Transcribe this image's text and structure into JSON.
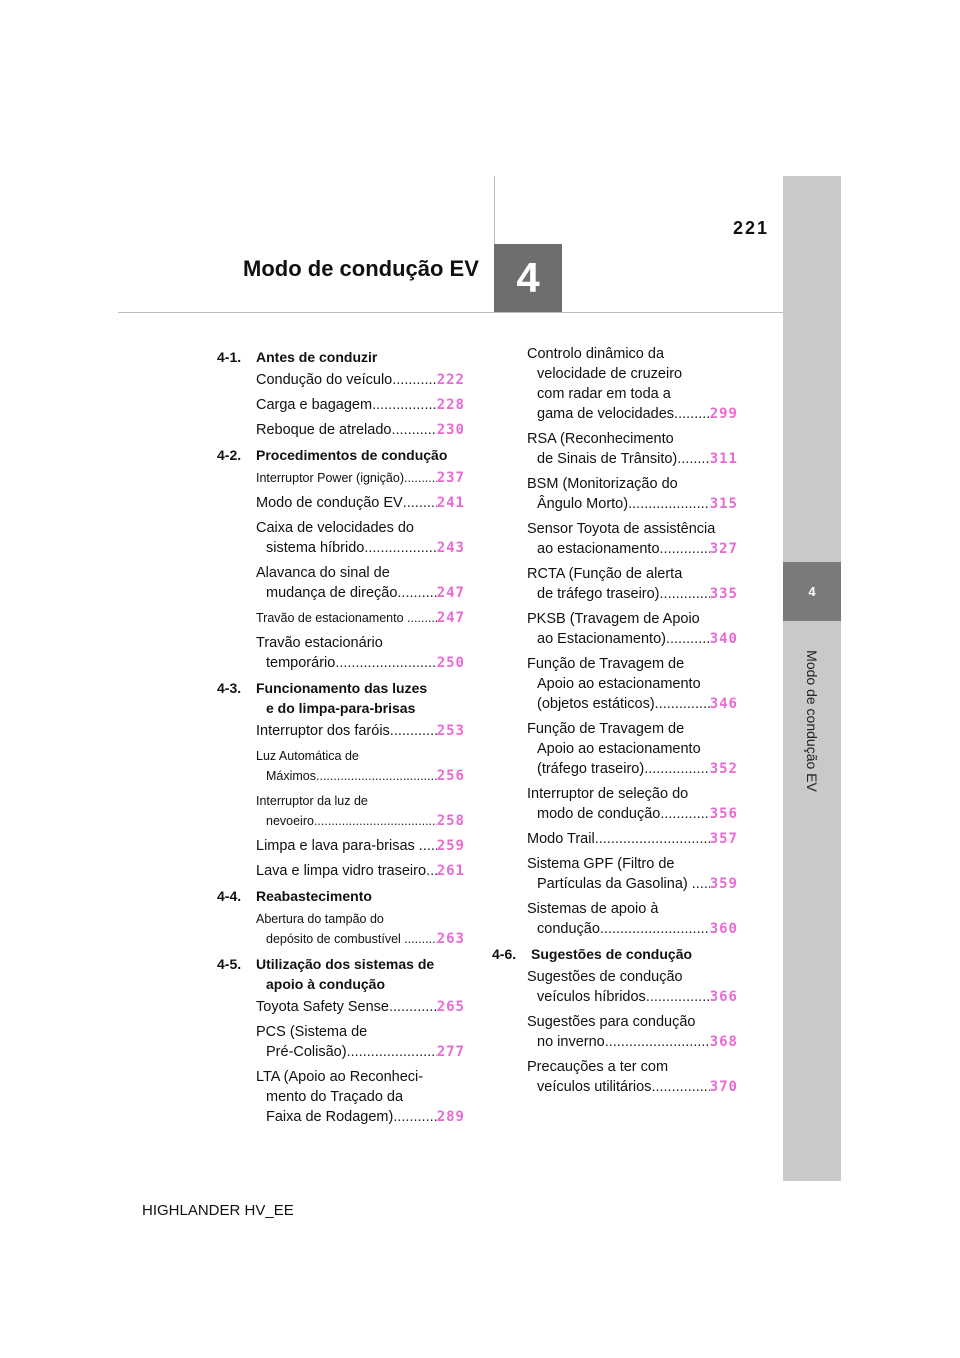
{
  "header": {
    "page_number": "221",
    "chapter_number": "4",
    "chapter_title": "Modo de condução EV"
  },
  "side_tab": {
    "number": "4",
    "label": "Modo de condução EV"
  },
  "footer": {
    "model": "HIGHLANDER HV_EE"
  },
  "toc": {
    "col1": [
      {
        "type": "section",
        "num": "4-1.",
        "title": "Antes de conduzir"
      },
      {
        "type": "item",
        "lines": [
          "Condução do veículo"
        ],
        "page": "222"
      },
      {
        "type": "item",
        "lines": [
          "Carga e bagagem"
        ],
        "page": "228"
      },
      {
        "type": "item",
        "lines": [
          "Reboque de atrelado"
        ],
        "page": "230"
      },
      {
        "type": "section",
        "num": "4-2.",
        "title": "Procedimentos de condução"
      },
      {
        "type": "item",
        "small": true,
        "lines": [
          "Interruptor Power (ignição)."
        ],
        "page": "237"
      },
      {
        "type": "item",
        "lines": [
          "Modo de condução EV"
        ],
        "page": "241"
      },
      {
        "type": "item",
        "lines": [
          "Caixa de velocidades do",
          "sistema híbrido"
        ],
        "page": "243"
      },
      {
        "type": "item",
        "lines": [
          "Alavanca do sinal de",
          "mudança de direção"
        ],
        "page": "247"
      },
      {
        "type": "item",
        "small": true,
        "lines": [
          "Travão de estacionamento ."
        ],
        "page": "247"
      },
      {
        "type": "item",
        "lines": [
          "Travão estacionário",
          "temporário"
        ],
        "page": "250"
      },
      {
        "type": "section",
        "num": "4-3.",
        "title": "Funcionamento das luzes",
        "title2": "e do limpa-para-brisas"
      },
      {
        "type": "item",
        "lines": [
          "Interruptor dos faróis"
        ],
        "page": "253"
      },
      {
        "type": "item",
        "small": true,
        "lines": [
          "Luz Automática de",
          "Máximos"
        ],
        "page": "256"
      },
      {
        "type": "item",
        "small": true,
        "lines": [
          "Interruptor da luz de",
          "nevoeiro"
        ],
        "page": "258"
      },
      {
        "type": "item",
        "lines": [
          "Limpa e lava para-brisas .."
        ],
        "page": "259"
      },
      {
        "type": "item",
        "lines": [
          "Lava e limpa vidro traseiro"
        ],
        "page": "261"
      },
      {
        "type": "section",
        "num": "4-4.",
        "title": "Reabastecimento"
      },
      {
        "type": "item",
        "small": true,
        "lines": [
          "Abertura do tampão do",
          "depósito de combustível .."
        ],
        "page": "263"
      },
      {
        "type": "section",
        "num": "4-5.",
        "title": "Utilização dos sistemas de",
        "title2": "apoio à condução"
      },
      {
        "type": "item",
        "lines": [
          "Toyota Safety Sense"
        ],
        "page": "265"
      },
      {
        "type": "item",
        "lines": [
          "PCS (Sistema de",
          "Pré-Colisão)"
        ],
        "page": "277"
      },
      {
        "type": "item",
        "lines": [
          "LTA (Apoio ao Reconheci-",
          "mento do Traçado da",
          "Faixa de Rodagem)"
        ],
        "page": "289"
      }
    ],
    "col2": [
      {
        "type": "item",
        "lines": [
          "Controlo dinâmico da",
          "velocidade de cruzeiro",
          "com radar em toda a",
          "gama de velocidades"
        ],
        "page": "299"
      },
      {
        "type": "item",
        "lines": [
          "RSA (Reconhecimento",
          "de Sinais de Trânsito)"
        ],
        "page": "311"
      },
      {
        "type": "item",
        "lines": [
          "BSM (Monitorização do",
          "Ângulo Morto)"
        ],
        "page": "315"
      },
      {
        "type": "item",
        "lines": [
          "Sensor Toyota de assistência",
          "ao estacionamento"
        ],
        "page": "327"
      },
      {
        "type": "item",
        "lines": [
          "RCTA (Função de alerta",
          "de tráfego traseiro)"
        ],
        "page": "335"
      },
      {
        "type": "item",
        "lines": [
          "PKSB (Travagem de Apoio",
          "ao Estacionamento)"
        ],
        "page": "340"
      },
      {
        "type": "item",
        "lines": [
          "Função de Travagem de",
          "Apoio ao estacionamento",
          "(objetos estáticos)"
        ],
        "page": "346"
      },
      {
        "type": "item",
        "lines": [
          "Função de Travagem de",
          "Apoio ao estacionamento",
          "(tráfego traseiro)"
        ],
        "page": "352"
      },
      {
        "type": "item",
        "lines": [
          "Interruptor de seleção do",
          "modo de condução"
        ],
        "page": "356"
      },
      {
        "type": "item",
        "lines": [
          "Modo Trail"
        ],
        "page": "357"
      },
      {
        "type": "item",
        "lines": [
          "Sistema GPF (Filtro de",
          "Partículas da Gasolina) .."
        ],
        "page": "359"
      },
      {
        "type": "item",
        "lines": [
          "Sistemas de apoio à",
          "condução"
        ],
        "page": "360"
      },
      {
        "type": "section",
        "num": "4-6.",
        "title": "Sugestões de condução"
      },
      {
        "type": "item",
        "lines": [
          "Sugestões de condução",
          "veículos híbridos"
        ],
        "page": "366"
      },
      {
        "type": "item",
        "lines": [
          "Sugestões para condução",
          "no inverno"
        ],
        "page": "368"
      },
      {
        "type": "item",
        "lines": [
          "Precauções a ter com",
          "veículos utilitários"
        ],
        "page": "370"
      }
    ]
  },
  "colors": {
    "page_link": "#e86ad3",
    "chapter_box": "#6e6e6e",
    "side_tab": "#c9c9c9"
  }
}
